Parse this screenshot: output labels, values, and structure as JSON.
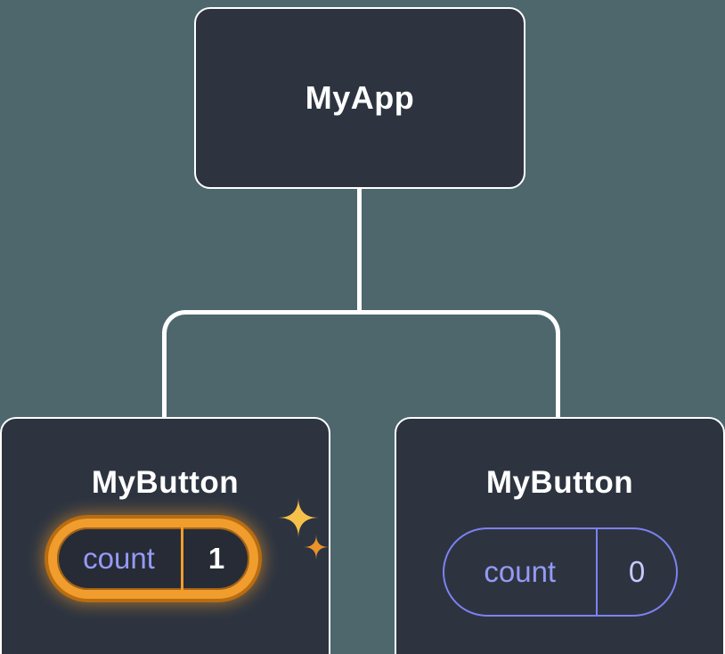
{
  "diagram": {
    "kind": "component-tree",
    "root": {
      "label": "MyApp"
    },
    "children": [
      {
        "label": "MyButton",
        "state": {
          "label": "count",
          "value": "1"
        },
        "highlighted": true
      },
      {
        "label": "MyButton",
        "state": {
          "label": "count",
          "value": "0"
        },
        "highlighted": false
      }
    ],
    "colors": {
      "background": "#4d676d",
      "box_fill": "#2d3440",
      "box_border": "#ffffff",
      "connector": "#ffffff",
      "pill_border": "#7c82f0",
      "state_label": "#959af4",
      "state_value_idle": "#c7c9fb",
      "state_value_active": "#ffffff",
      "highlight": "#f09d2e",
      "highlight_deep": "#b96d10",
      "sparkle_light": "#f6c14b",
      "sparkle_dark": "#e9932a",
      "node_label": "#ffffff"
    }
  }
}
